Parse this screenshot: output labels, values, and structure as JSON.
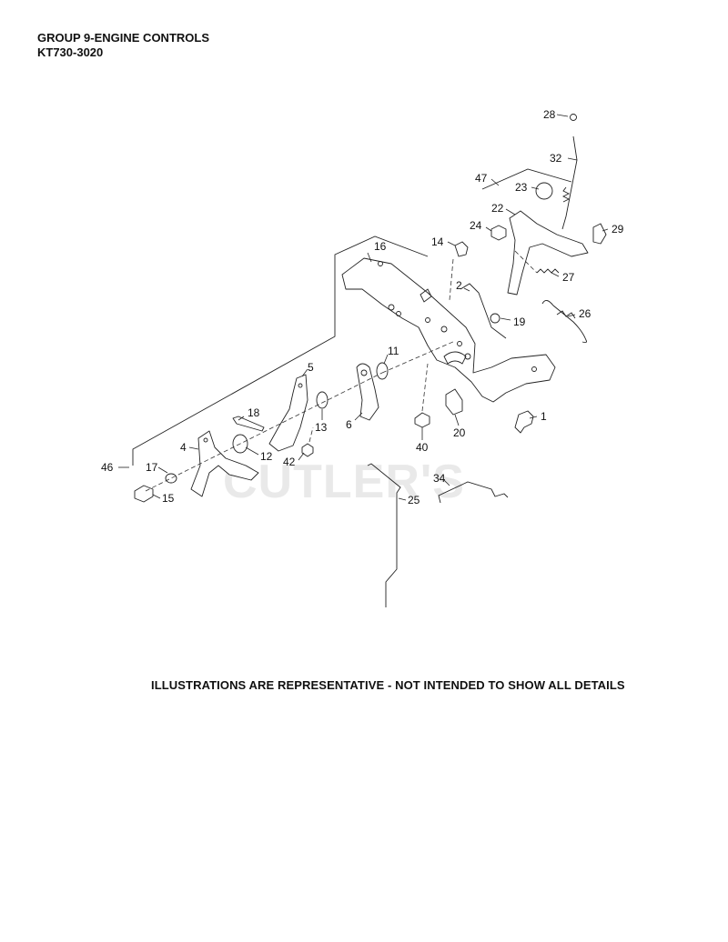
{
  "header": {
    "line1": "GROUP 9-ENGINE CONTROLS",
    "line2": "KT730-3020"
  },
  "footer": {
    "note": "ILLUSTRATIONS ARE REPRESENTATIVE - NOT INTENDED TO SHOW ALL DETAILS"
  },
  "watermark": "CUTLER'S",
  "callouts": [
    "28",
    "32",
    "47",
    "23",
    "22",
    "24",
    "29",
    "14",
    "16",
    "27",
    "2",
    "26",
    "19",
    "11",
    "5",
    "18",
    "13",
    "6",
    "1",
    "20",
    "40",
    "4",
    "12",
    "42",
    "46",
    "17",
    "34",
    "25",
    "15"
  ]
}
